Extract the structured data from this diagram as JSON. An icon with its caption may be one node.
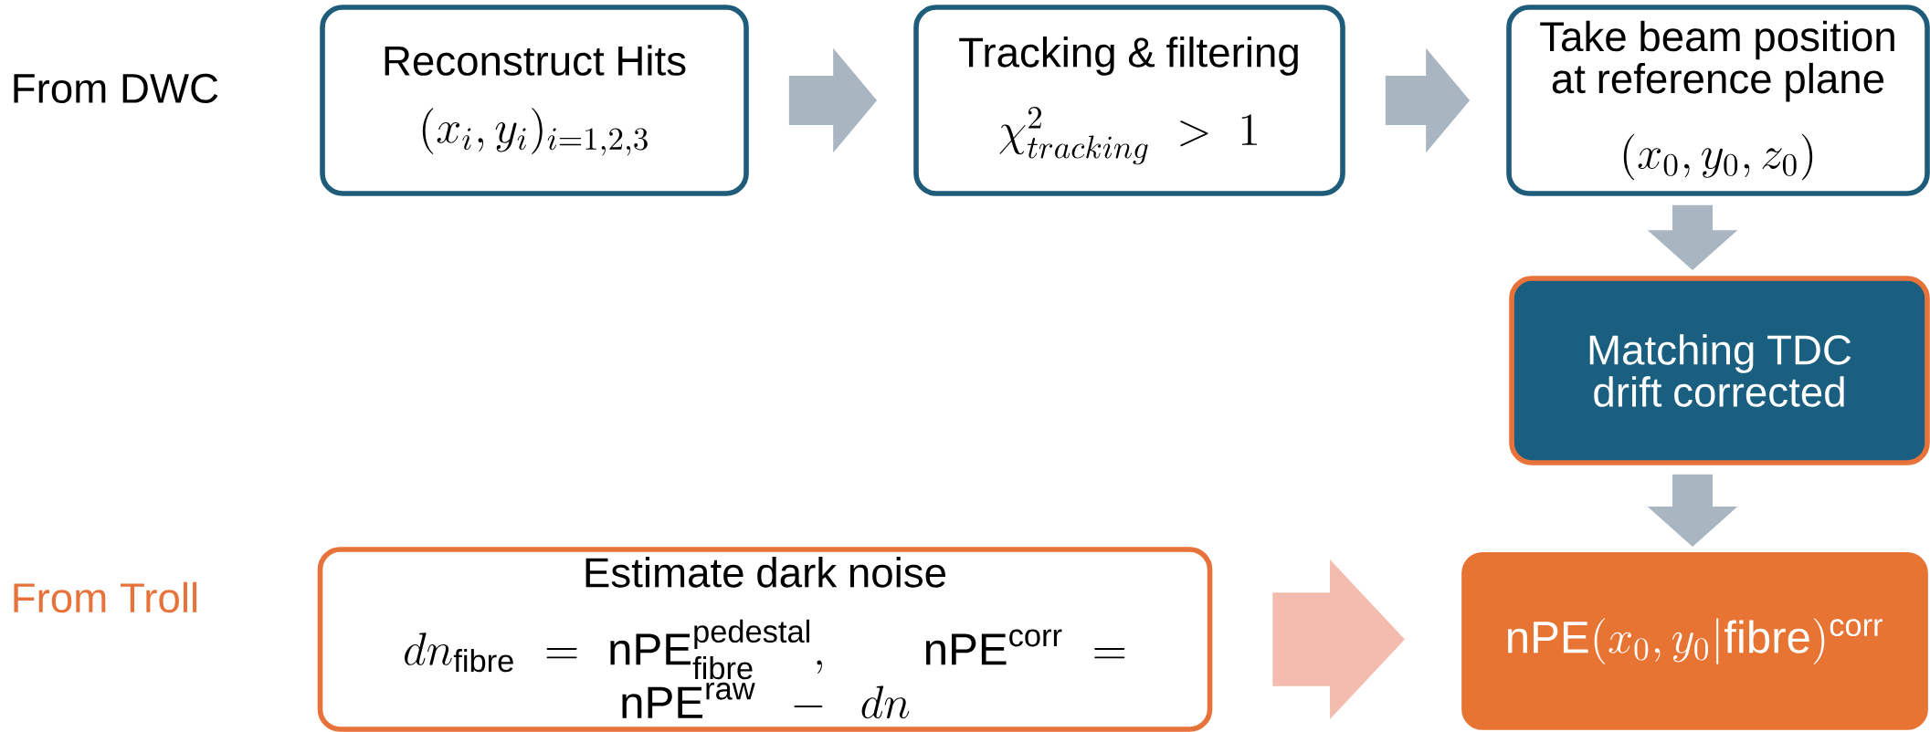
{
  "diagram": {
    "nodes": [
      {
        "text": [
          "Reconstruct Hits",
          "(x_i, y_i)_{i=1,2,3}"
        ]
      },
      {
        "text": [
          "Tracking & filtering",
          "\\chi^2_{tracking} > 1"
        ]
      },
      {
        "text": [
          "Take beam position at reference plane",
          "(x_0, y_0, z_0)"
        ]
      },
      {
        "text": [
          "Matching TDC drift corrected"
        ]
      },
      {
        "text": [
          "Estimate dark noise",
          "dn_{\\mathrm{fibre}} = \\mathrm{nPE}^{\\mathrm{pedestal}}_{\\mathrm{fibre}}, \\qquad \\mathrm{nPE}^{\\mathrm{corr}} = \\mathrm{nPE}^{\\mathrm{raw}} - dn"
        ]
      },
      {
        "text": [
          "\\mathrm{nPE}(x_0, y_0|\\mathrm{fibre})^{\\mathrm{corr}}"
        ]
      }
    ],
    "edges": [
      {
        "from": 0,
        "to": 1,
        "arrow": "to"
      },
      {
        "from": 1,
        "to": 2,
        "arrow": "to"
      },
      {
        "from": 2,
        "to": 3,
        "arrow": "to"
      },
      {
        "from": 3,
        "to": 5,
        "arrow": "to"
      },
      {
        "from": 4,
        "to": 5,
        "arrow": "to",
        "color": "#f4bcae",
        "style": "thick"
      }
    ],
    "labels": [
      "From DWC",
      "From Troll"
    ]
  }
}
